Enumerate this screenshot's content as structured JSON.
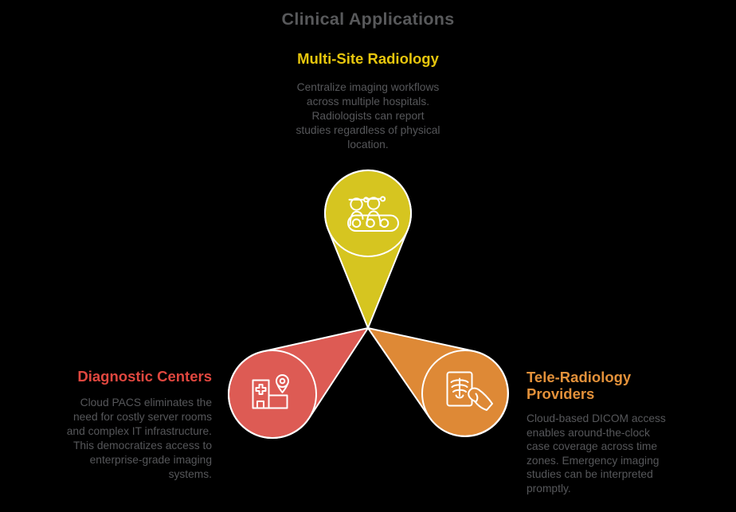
{
  "title": "Clinical Applications",
  "colors": {
    "yellow": "#d6c520",
    "yellow_heading": "#e7c60d",
    "red": "#dd5b54",
    "red_heading": "#e0473f",
    "orange": "#de8936",
    "orange_heading": "#e3913a",
    "body_text": "#56575a",
    "title_text": "#58595b",
    "outline": "#ffffff",
    "background": "#000000"
  },
  "sections": {
    "top": {
      "heading": "Multi-Site Radiology",
      "body": "Centralize imaging workflows\nacross multiple hospitals.\nRadiologists can report\nstudies regardless of physical\nlocation.",
      "icon": "radiologists-team-icon"
    },
    "left": {
      "heading": "Diagnostic Centers",
      "body": "Cloud PACS eliminates the\nneed for costly server rooms\nand complex IT infrastructure.\nThis democratizes access to\nenterprise-grade imaging\nsystems.",
      "icon": "hospital-location-icon"
    },
    "right": {
      "heading": "Tele-Radiology\nProviders",
      "body": "Cloud-based DICOM access\nenables around-the-clock\ncase coverage across time\nzones. Emergency imaging\nstudies can be interpreted\npromptly.",
      "icon": "xray-tablet-hand-icon"
    }
  }
}
